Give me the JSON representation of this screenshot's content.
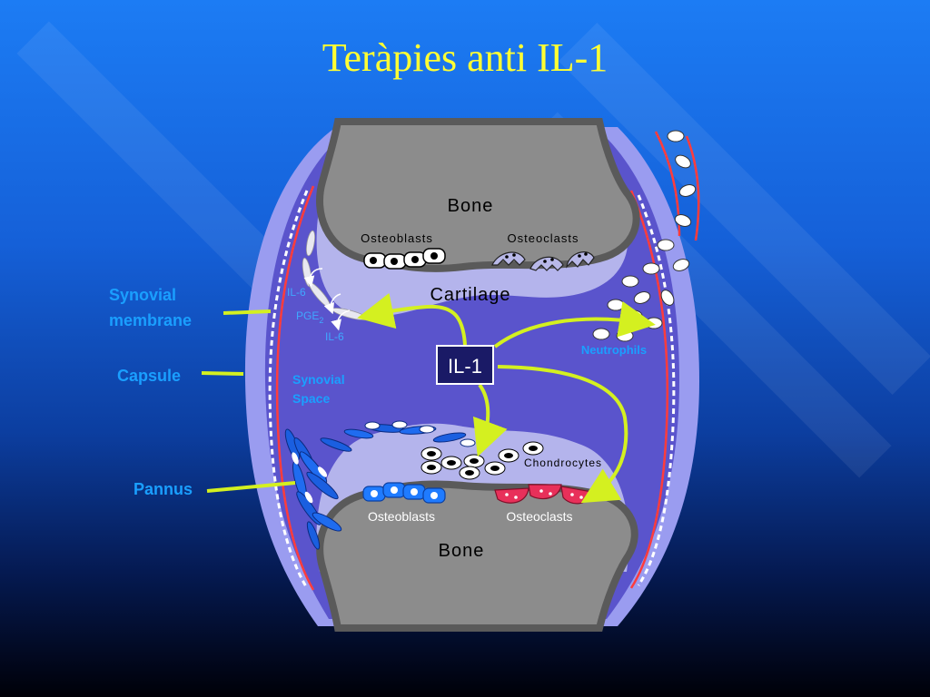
{
  "title": "Teràpies anti IL-1",
  "labels": {
    "bone_top": "Bone",
    "bone_bottom": "Bone",
    "cartilage": "Cartilage",
    "osteoblasts_top": "Osteoblasts",
    "osteoclasts_top": "Osteoclasts",
    "osteoblasts_bottom": "Osteoblasts",
    "osteoclasts_bottom": "Osteoclasts",
    "chondrocytes": "Chondrocytes",
    "neutrophils": "Neutrophils",
    "il1": "IL-1",
    "il6_a": "IL-6",
    "pge2": "PGE",
    "pge2_sub": "2",
    "il6_b": "IL-6",
    "synovial_space_1": "Synovial",
    "synovial_space_2": "Space"
  },
  "side_labels": {
    "synovial_membrane_1": "Synovial",
    "synovial_membrane_2": "membrane",
    "capsule": "Capsule",
    "pannus": "Pannus"
  },
  "colors": {
    "title": "#ffff33",
    "bone": "#8c8c8c",
    "cartilage": "#b4b4ec",
    "synovial": "#5a54cc",
    "capsule": "#9a9cf0",
    "membrane_line": "#ff3c3c",
    "arrow": "#d4f020",
    "label_blue": "#1a9fff",
    "il1_box": "#1a1a66"
  }
}
